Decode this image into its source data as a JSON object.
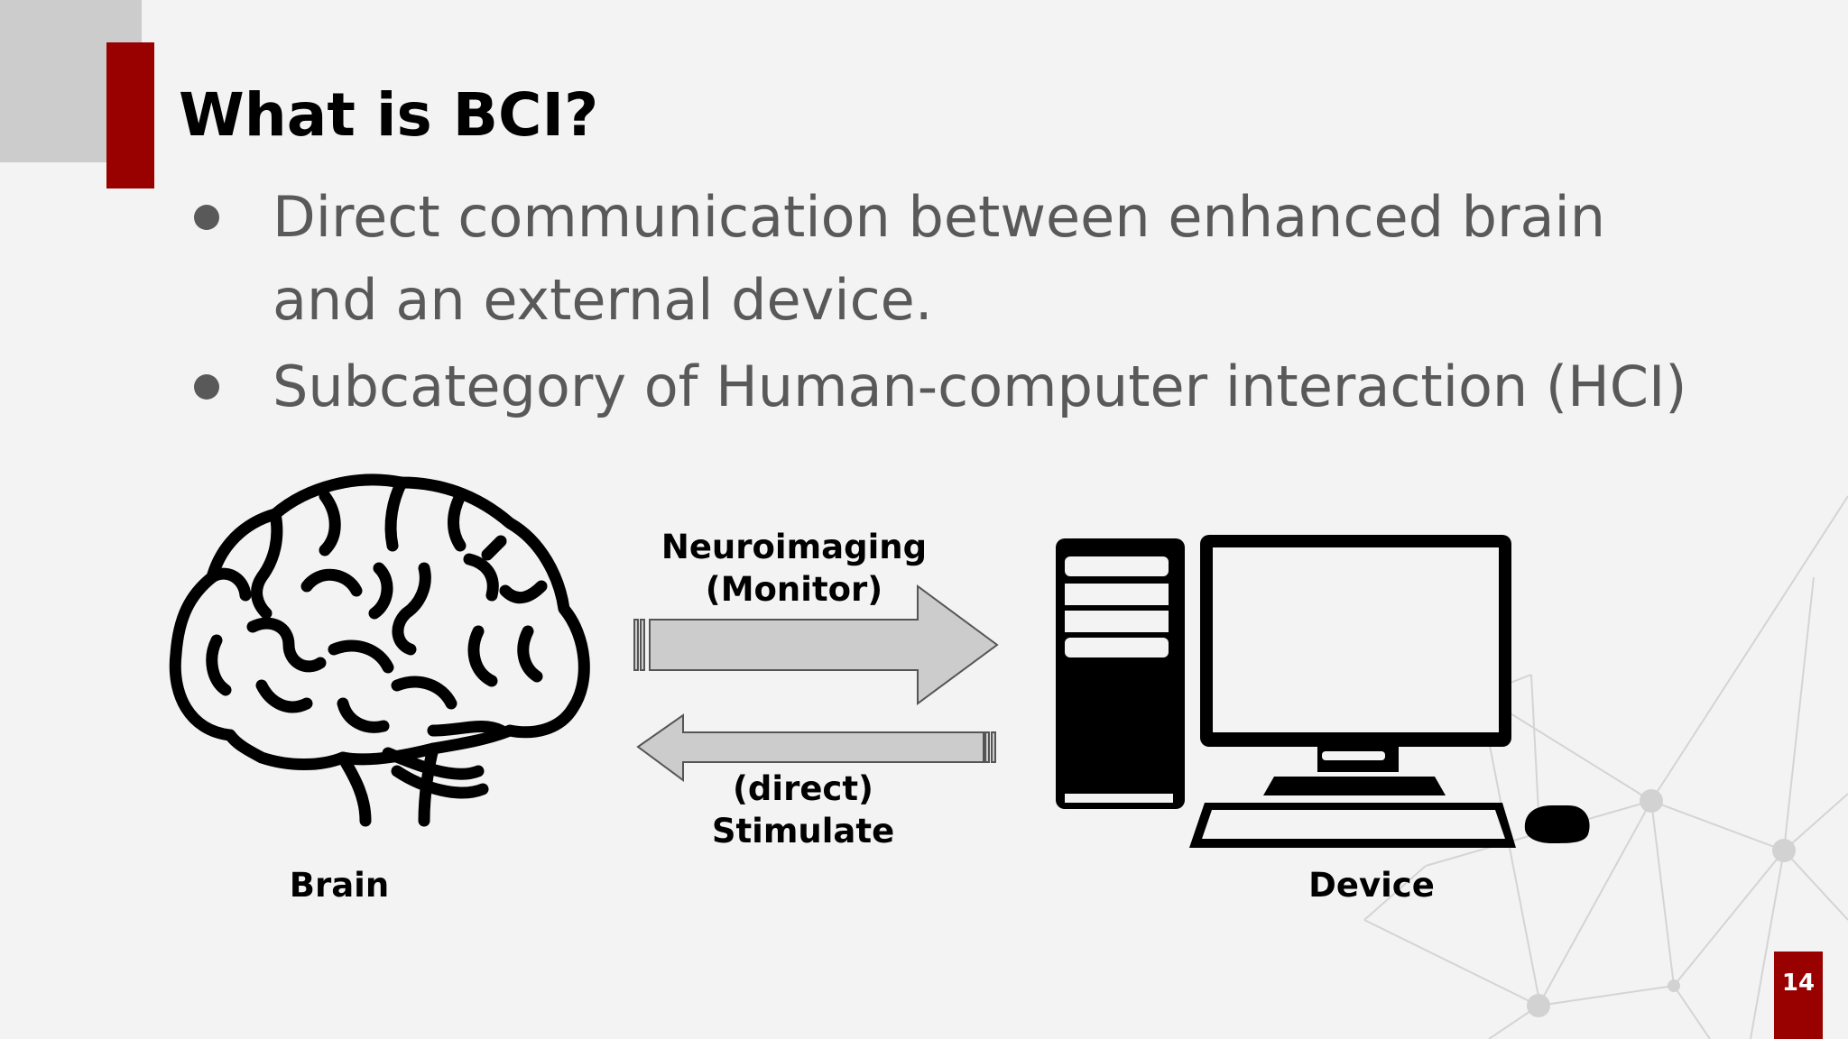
{
  "slide": {
    "title": "What is BCI?",
    "bullets": [
      "Direct communication between enhanced brain and an external device.",
      "Subcategory of Human-computer interaction (HCI)"
    ],
    "page_number": "14"
  },
  "diagram": {
    "brain_label": "Brain",
    "device_label": "Device",
    "arrow_to_device_label": "Neuroimaging (Monitor)",
    "arrow_to_brain_label": "(direct) Stimulate"
  },
  "colors": {
    "accent": "#990000",
    "corner_gray": "#cccccc",
    "body_text": "#595959",
    "arrow_fill": "#cccccc",
    "background": "#f3f3f3"
  },
  "icons": [
    "brain-icon",
    "computer-icon",
    "arrow-right-icon",
    "arrow-left-icon",
    "bullet-dot-icon"
  ]
}
